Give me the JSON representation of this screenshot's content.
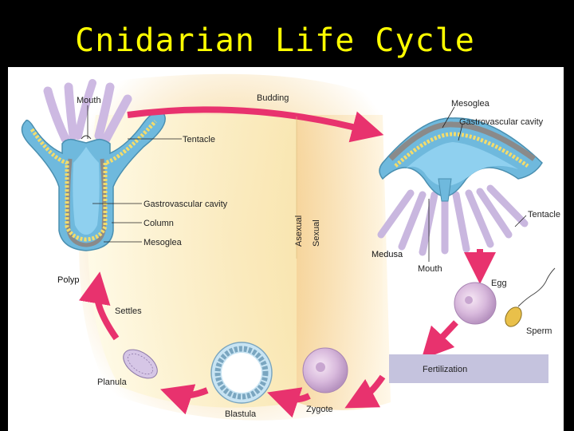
{
  "title": "Cnidarian Life Cycle",
  "labels": {
    "polyp_mouth": "Mouth",
    "polyp_tentacle": "Tentacle",
    "polyp_gastro": "Gastrovascular cavity",
    "polyp_column": "Column",
    "polyp_mesoglea": "Mesoglea",
    "polyp": "Polyp",
    "budding": "Budding",
    "asexual": "Asexual",
    "sexual": "Sexual",
    "medusa_mesoglea": "Mesoglea",
    "medusa_gastro": "Gastrovascular cavity",
    "medusa_tentacle": "Tentacle",
    "medusa": "Medusa",
    "medusa_mouth": "Mouth",
    "egg": "Egg",
    "sperm": "Sperm",
    "fertilization": "Fertilization",
    "zygote": "Zygote",
    "blastula": "Blastula",
    "planula": "Planula",
    "settles": "Settles"
  },
  "colors": {
    "title": "#ffff00",
    "arrow": "#e8326e",
    "cavity": "#7fc7ea",
    "body_fill": "#a9d9f2",
    "tentacle": "#c9b7df",
    "yellow_layer": "#f5e58a",
    "gradient_warm": "#f6d79a"
  }
}
